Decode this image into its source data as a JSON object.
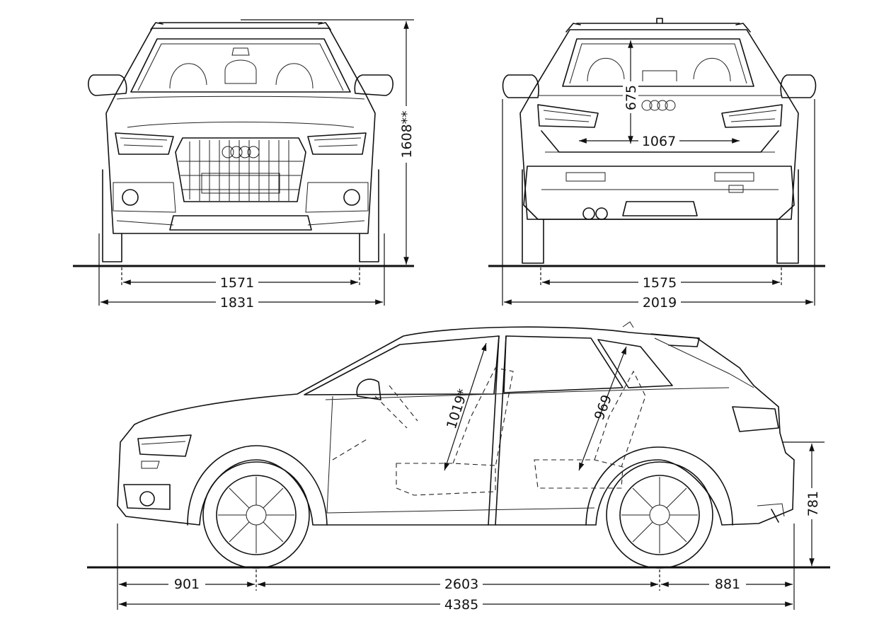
{
  "dimensions": {
    "front_track": "1571",
    "front_width": "1831",
    "overall_height": "1608**",
    "rear_track": "1575",
    "width_incl_mirrors": "2019",
    "loading_sill_height": "675",
    "loading_width": "1067",
    "front_overhang": "901",
    "wheelbase": "2603",
    "rear_overhang": "881",
    "overall_length": "4385",
    "rear_sill_height": "781",
    "front_headroom": "1019*",
    "rear_headroom": "969"
  }
}
